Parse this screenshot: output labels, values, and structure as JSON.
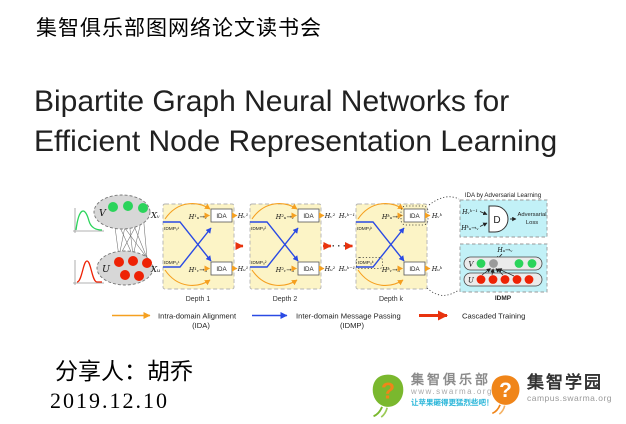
{
  "header": {
    "series_title": "集智俱乐部图网络论文读书会"
  },
  "title": {
    "line1": "Bipartite Graph Neural Networks for",
    "line2": "Efficient Node Representation Learning"
  },
  "diagram": {
    "bipartite": {
      "v_label": "V",
      "u_label": "U",
      "x_v": "Xᵥ",
      "x_u": "Xᵤ"
    },
    "depth1": {
      "label": "Depth 1",
      "idmp_v": "IDMPᵥ¹",
      "idmp_u": "IDMPᵤ¹",
      "h_uv": "H¹ᵤ→ᵥ",
      "h_vu": "H¹ᵥ→ᵤ",
      "ida_top": "IDA",
      "ida_bottom": "IDA",
      "out_v": "Hᵥ¹",
      "out_u": "Hᵤ¹"
    },
    "depth2": {
      "label": "Depth 2",
      "idmp_v": "IDMPᵥ²",
      "idmp_u": "IDMPᵤ²",
      "h_uv": "H²ᵤ→ᵥ",
      "h_vu": "H²ᵥ→ᵤ",
      "ida_top": "IDA",
      "ida_bottom": "IDA",
      "out_v": "Hᵥ²",
      "out_u": "Hᵤ²"
    },
    "depthk": {
      "label": "Depth k",
      "in_v": "Hᵥᵏ⁻¹",
      "in_u": "Hᵤᵏ⁻¹",
      "idmp_v": "IDMPᵥᵏ",
      "idmp_u": "IDMPᵤᵏ",
      "h_uv": "Hᵏᵤ→ᵥ",
      "h_vu": "Hᵏᵥ→ᵤ",
      "ida_top": "IDA",
      "ida_bottom": "IDA",
      "out_v": "Hᵥᵏ",
      "out_u": "Hᵤᵏ"
    },
    "dots": "· · ·",
    "adversarial_panel": {
      "title": "IDA by Adversarial Learning",
      "h_v": "Hᵥᵏ⁻¹",
      "h_uv": "Hᵏᵤ→ᵥ",
      "d_label": "D",
      "loss_line1": "Adversarial",
      "loss_line2": "Loss"
    },
    "idmp_panel": {
      "h_uv": "Hᵤ→ᵥ",
      "v_label": "V",
      "u_label": "U",
      "caption": "IDMP"
    },
    "legend": {
      "ida": "Intra-domain Alignment",
      "ida_abbr": "(IDA)",
      "idmp": "Inter-domain Message Passing",
      "idmp_abbr": "(IDMP)",
      "cascade": "Cascaded Training"
    }
  },
  "footer": {
    "presenter": "分享人：胡乔",
    "date": "2019.12.10"
  },
  "logos": {
    "club": {
      "q": "?",
      "name": "集智俱乐部",
      "url": "www.swarma.org",
      "slogan": "让苹果砸得更猛烈些吧！"
    },
    "campus": {
      "q": "?",
      "name": "集智学园",
      "url": "campus.swarma.org"
    }
  },
  "colors": {
    "orange_arrow": "#f5a020",
    "blue_arrow": "#2a4ae4",
    "red_arrow": "#e8330e",
    "green_node": "#2bd45b",
    "red_node": "#ee2205",
    "yellow_panel": "#fcf4c6",
    "cyan_panel": "#c2f1f7",
    "logo_green": "#7ab82e",
    "logo_orange": "#f08519",
    "slogan_cyan": "#2ab6d9",
    "idmp_caption_blue": "#3344cc",
    "panel_title_orange": "#ef8c3c"
  }
}
